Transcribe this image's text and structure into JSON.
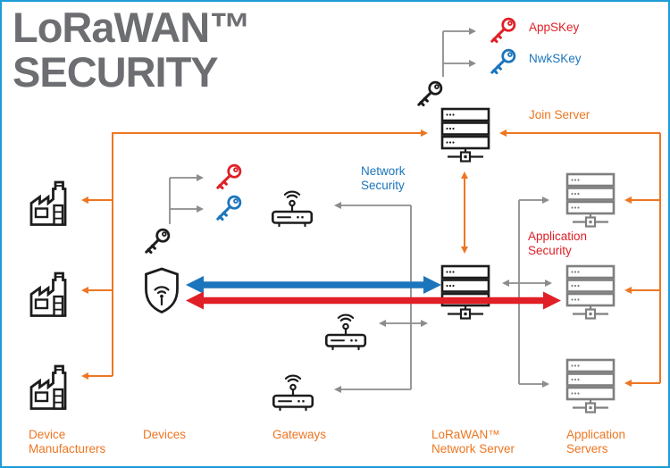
{
  "title": {
    "line1": "LoRaWAN™",
    "line2": "SECURITY"
  },
  "session_keys": {
    "app": "AppSKey",
    "nwk": "NwkSKey"
  },
  "labels": {
    "join_server": "Join Server",
    "network_security": "Network Security",
    "application_security": "Application Security",
    "device_manufacturers": "Device Manufacturers",
    "devices": "Devices",
    "gateways": "Gateways",
    "lorawan_network_server": "LoRaWAN™ Network Server",
    "application_servers": "Application Servers"
  },
  "colors": {
    "accent_orange": "#EE7622",
    "security_red": "#E01F26",
    "security_blue": "#1B75BC",
    "border_blue": "#1E9CD7",
    "title_gray": "#6D6E71",
    "connector_gray": "#8C8C8C",
    "icon_gray": "#7F7F7F",
    "icon_black": "#1C1C1C"
  },
  "icons": [
    "key-icon",
    "server-stack-icon",
    "gateway-icon",
    "factory-icon",
    "shield-wifi-icon"
  ]
}
